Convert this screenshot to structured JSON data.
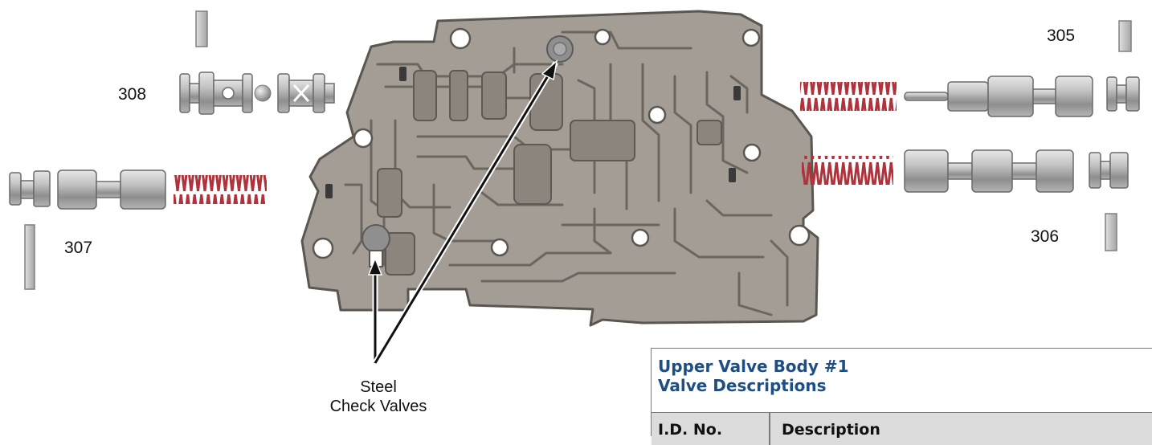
{
  "callouts": {
    "c305": "305",
    "c306": "306",
    "c307": "307",
    "c308": "308"
  },
  "check_valves_label": {
    "line1": "Steel",
    "line2": "Check Valves"
  },
  "table": {
    "title_line1": "Upper Valve Body #1",
    "title_line2": "Valve Descriptions",
    "col_id": "I.D. No.",
    "col_desc": "Description"
  },
  "colors": {
    "body_fill": "#a39d96",
    "body_stroke": "#5b5650",
    "passage_stroke": "#6c6660",
    "spring": "#b0323a",
    "metal": "#b8b8b8",
    "table_title": "#1f4e82",
    "table_header_bg": "#dcdcdc"
  }
}
